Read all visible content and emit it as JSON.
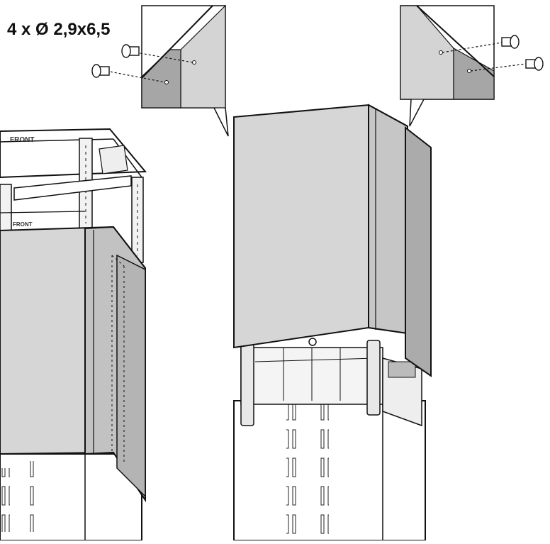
{
  "labels": {
    "screw_spec": "4 x Ø 2,9x6,5",
    "frame_top": "FRONT",
    "frame_mid": "FRONT"
  },
  "colors": {
    "panel": "#d6d6d6",
    "panel_dark": "#a8a8a8",
    "panel_side": "#b4b4b4",
    "outline": "#111111",
    "chimney": "#ffffff",
    "callout": "#e2e2e2"
  },
  "icons": [
    "screw-icon",
    "callout-bubble-icon",
    "dotted-guide-icon"
  ]
}
